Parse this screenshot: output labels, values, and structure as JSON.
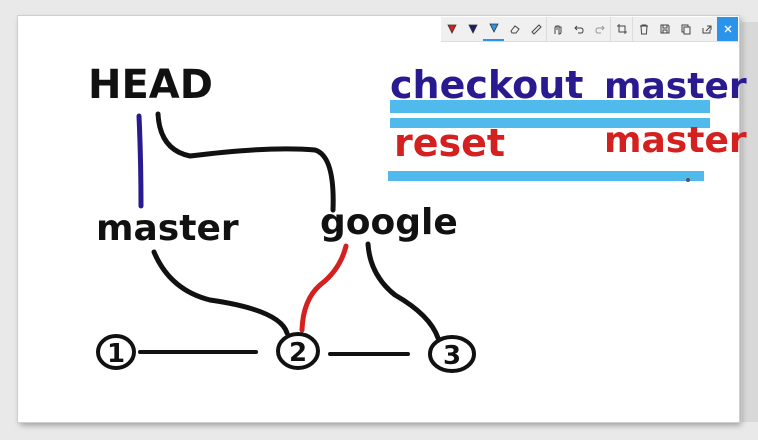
{
  "toolbar": {
    "tools": [
      {
        "name": "pen-red-icon",
        "color": "#d4201f"
      },
      {
        "name": "pen-navy-icon",
        "color": "#1b1b6b"
      },
      {
        "name": "pen-blue-icon",
        "color": "#2b93ea"
      },
      {
        "name": "eraser-icon"
      },
      {
        "name": "ruler-icon"
      },
      {
        "name": "touch-writing-icon"
      },
      {
        "name": "undo-icon"
      },
      {
        "name": "redo-icon"
      },
      {
        "name": "crop-icon"
      },
      {
        "name": "delete-icon"
      },
      {
        "name": "save-icon"
      },
      {
        "name": "copy-icon"
      },
      {
        "name": "share-icon"
      },
      {
        "name": "close-icon"
      }
    ]
  },
  "canvas": {
    "head_label": "HEAD",
    "master_label": "master",
    "google_label": "google",
    "commit_1": "1",
    "commit_2": "2",
    "commit_3": "3",
    "command_1_verb": "checkout",
    "command_1_target": "master",
    "command_2_verb": "reset",
    "command_2_target": "master"
  },
  "colors": {
    "ink_black": "#111111",
    "ink_navy": "#2a1a8f",
    "ink_red": "#d4201f",
    "highlight_blue": "#3db3ea"
  }
}
